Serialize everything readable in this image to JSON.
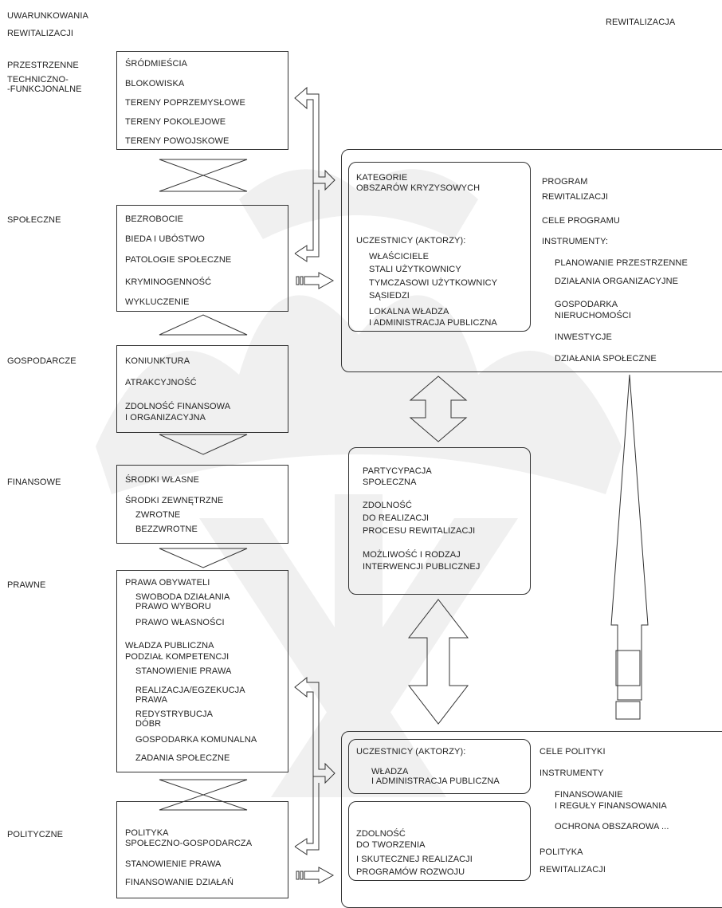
{
  "header": {
    "left_line1": "UWARUNKOWANIA",
    "left_line2": "REWITALIZACJI",
    "right": "REWITALIZACJA"
  },
  "categories": {
    "przestrzenne_1": "PRZESTRZENNE",
    "przestrzenne_2": "TECHNICZNO-",
    "przestrzenne_3": "-FUNKCJONALNE",
    "spoleczne": "SPOŁECZNE",
    "gospodarcze": "GOSPODARCZE",
    "finansowe": "FINANSOWE",
    "prawne": "PRAWNE",
    "polityczne": "POLITYCZNE"
  },
  "box_przestrzenne": [
    "ŚRÓDMIEŚCIA",
    "BLOKOWISKA",
    "TERENY POPRZEMYSŁOWE",
    "TERENY POKOLEJOWE",
    "TERENY POWOJSKOWE"
  ],
  "box_spoleczne": [
    "BEZROBOCIE",
    "BIEDA I UBÓSTWO",
    "PATOLOGIE SPOŁECZNE",
    "KRYMINOGENNOŚĆ",
    "WYKLUCZENIE"
  ],
  "box_gospodarcze": [
    "KONIUNKTURA",
    "ATRAKCYJNOŚĆ",
    "ZDOLNOŚĆ FINANSOWA",
    "I ORGANIZACYJNA"
  ],
  "box_finansowe": [
    "ŚRODKI WŁASNE",
    "ŚRODKI ZEWNĘTRZNE",
    "ZWROTNE",
    "BEZZWROTNE"
  ],
  "box_prawne": [
    "PRAWA OBYWATELI",
    "SWOBODA DZIAŁANIA",
    "PRAWO WYBORU",
    "PRAWO WŁASNOŚCI",
    "WŁADZA PUBLICZNA",
    "PODZIAŁ KOMPETENCJI",
    "STANOWIENIE PRAWA",
    "REALIZACJA/EGZEKUCJA",
    "PRAWA",
    "REDYSTRYBUCJA",
    "DÓBR",
    "GOSPODARKA KOMUNALNA",
    "ZADANIA SPOŁECZNE"
  ],
  "box_polityczne": [
    "POLITYKA",
    "SPOŁECZNO-GOSPODARCZA",
    "STANOWIENIE PRAWA",
    "FINANSOWANIE DZIAŁAŃ"
  ],
  "kryzys": {
    "line1": "KATEGORIE",
    "line2": "OBSZARÓW KRYZYSOWYCH",
    "uczestnicy": "UCZESTNICY (AKTORZY):",
    "items": [
      "WŁAŚCICIELE",
      "STALI UŻYTKOWNICY",
      "TYMCZASOWI UŻYTKOWNICY",
      "SĄSIEDZI",
      "LOKALNA WŁADZA",
      "I ADMINISTRACJA PUBLICZNA"
    ]
  },
  "program": {
    "line1": "PROGRAM",
    "line2": "REWITALIZACJI",
    "cele": "CELE PROGRAMU",
    "instrumenty": "INSTRUMENTY:",
    "items": [
      "PLANOWANIE PRZESTRZENNE",
      "DZIAŁANIA ORGANIZACYJNE",
      "GOSPODARKA",
      "NIERUCHOMOŚCI",
      "INWESTYCJE",
      "DZIAŁANIA SPOŁECZNE"
    ]
  },
  "middle": [
    "PARTYCYPACJA",
    "SPOŁECZNA",
    "ZDOLNOŚĆ",
    "DO REALIZACJI",
    "PROCESU REWITALIZACJI",
    "MOŻLIWOŚĆ I RODZAJ",
    "INTERWENCJI PUBLICZNEJ"
  ],
  "bottom_uczestnicy": [
    "UCZESTNICY (AKTORZY):",
    "WŁADZA",
    "I ADMINISTRACJA PUBLICZNA"
  ],
  "bottom_zdolnosc": [
    "ZDOLNOŚĆ",
    "DO TWORZENIA",
    "I SKUTECZNEJ REALIZACJI",
    "PROGRAMÓW ROZWOJU"
  ],
  "polityka": {
    "cele": "CELE POLITYKI",
    "instrumenty": "INSTRUMENTY",
    "items": [
      "FINANSOWANIE",
      "I REGUŁY FINANSOWANIA",
      "OCHRONA OBSZAROWA ..."
    ],
    "footer1": "POLITYKA",
    "footer2": "REWITALIZACJI"
  }
}
